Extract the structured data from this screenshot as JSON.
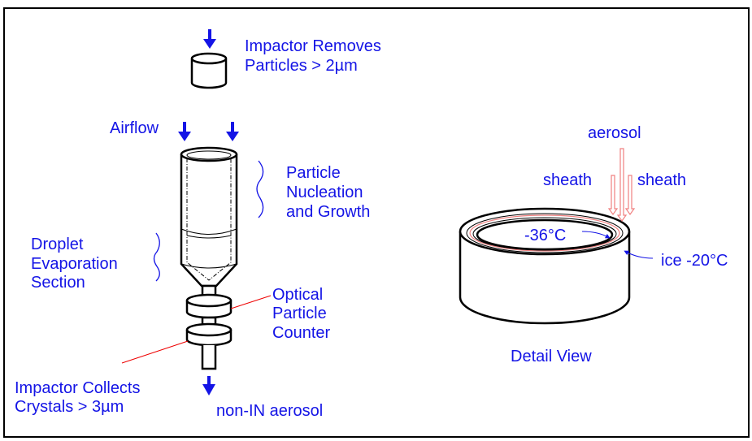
{
  "colors": {
    "label": "#1414e6",
    "accent_red": "#e00000",
    "flow_pink": "#f08080"
  },
  "labels": {
    "impactor_removes": [
      "Impactor Removes",
      "Particles > 2µm"
    ],
    "airflow": "Airflow",
    "nucleation": [
      "Particle",
      "Nucleation",
      "and Growth"
    ],
    "evaporation": [
      "Droplet",
      "Evaporation",
      "Section"
    ],
    "counter": [
      "Optical",
      "Particle",
      "Counter"
    ],
    "impactor_collects": [
      "Impactor Collects",
      "Crystals > 3µm"
    ],
    "outflow": "non-IN aerosol"
  },
  "detail": {
    "aerosol": "aerosol",
    "sheath_left": "sheath",
    "sheath_right": "sheath",
    "inner_temp": "-36°C",
    "outer_temp": "ice -20°C",
    "title": "Detail View"
  }
}
